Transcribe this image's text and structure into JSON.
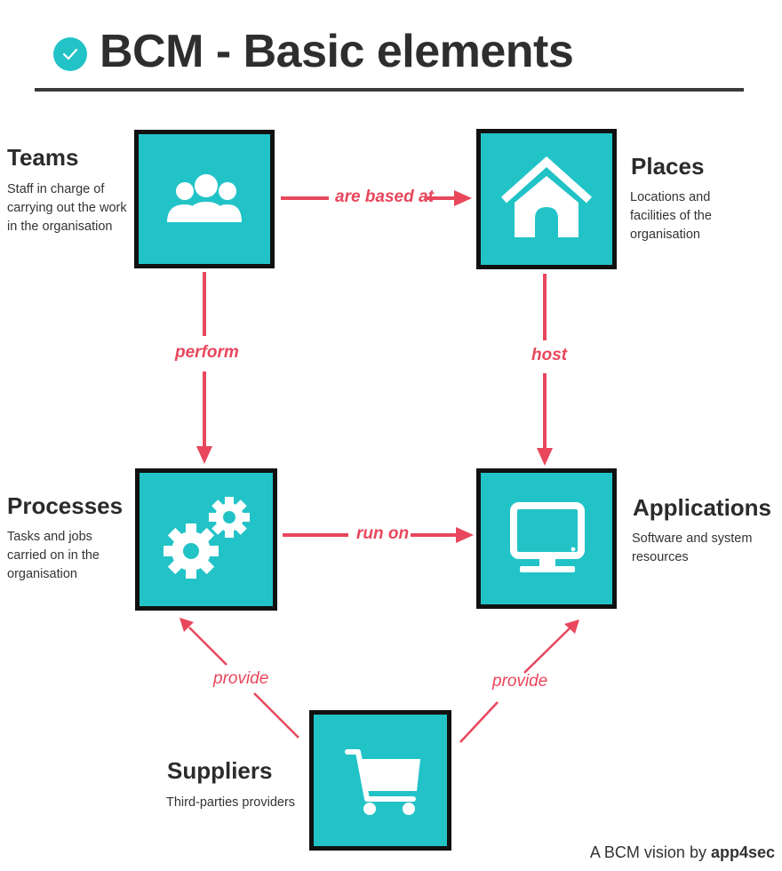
{
  "title": "BCM - Basic elements",
  "colors": {
    "accent": "#22c3c7",
    "arrow": "#e8475c",
    "border": "#111111"
  },
  "nodes": {
    "teams": {
      "name": "Teams",
      "description": "Staff in charge of carrying out the work in the organisation",
      "icon": "people-icon"
    },
    "places": {
      "name": "Places",
      "description": "Locations and facilities of the organisation",
      "icon": "house-icon"
    },
    "processes": {
      "name": "Processes",
      "description": "Tasks and jobs carried on in the organisation",
      "icon": "gears-icon"
    },
    "applications": {
      "name": "Applications",
      "description": "Software and system resources",
      "icon": "monitor-icon"
    },
    "suppliers": {
      "name": "Suppliers",
      "description": "Third-parties providers",
      "icon": "cart-icon"
    }
  },
  "edges": {
    "teams_places": "are based at",
    "teams_processes": "perform",
    "places_applications": "host",
    "processes_applications": "run on",
    "suppliers_processes": "provide",
    "suppliers_applications": "provide"
  },
  "credit": {
    "prefix": "A BCM vision by ",
    "brand": "app4sec"
  }
}
